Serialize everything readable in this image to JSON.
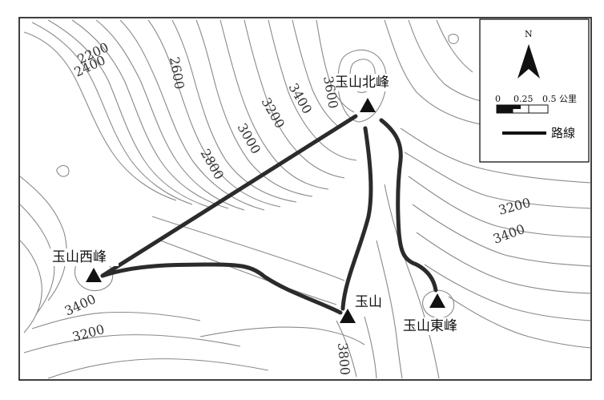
{
  "peaks": {
    "west": "玉山西峰",
    "north": "玉山北峰",
    "main": "玉山",
    "east": "玉山東峰"
  },
  "contour_labels": {
    "c2200": "2200",
    "c2400": "2400",
    "c2600": "2600",
    "c2800": "2800",
    "c3000": "3000",
    "c3200_top": "3200",
    "c3400_top": "3400",
    "c3600": "3600",
    "c3200_right": "3200",
    "c3400_right": "3400",
    "c3400_left": "3400",
    "c3200_left": "3200",
    "c3800": "3800"
  },
  "legend": {
    "north_letter": "N",
    "scale_ticks": [
      "0",
      "0.25",
      "0.5"
    ],
    "scale_unit": "公里",
    "route_label": "路線"
  },
  "colors": {
    "contour": "#8a8a8a",
    "route": "#2b2b2b",
    "frame": "#000000"
  },
  "icons": {
    "peak": "triangle-peak-icon",
    "north_arrow": "north-arrow-icon"
  }
}
